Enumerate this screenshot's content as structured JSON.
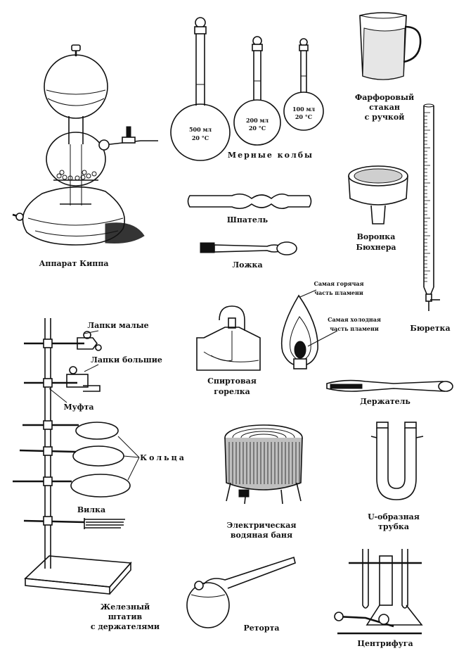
{
  "labels": {
    "kipp": "Аппарат Киппа",
    "flasks": "Мерные колбы",
    "flask_500": [
      "500 мл",
      "20 °C"
    ],
    "flask_200": [
      "200 мл",
      "20 °C"
    ],
    "flask_100": [
      "100 мл",
      "20 °C"
    ],
    "porcelain_cup": [
      "Фарфоровый",
      "стакан",
      "с ручкой"
    ],
    "spatula": "Шпатель",
    "buchner": [
      "Воронка",
      "Бюхнера"
    ],
    "spoon": "Ложка",
    "burette": "Бюретка",
    "hottest": [
      "Самая горячая",
      "часть пламени"
    ],
    "coldest": [
      "Самая холодная",
      "часть пламени"
    ],
    "spirit_lamp": [
      "Спиртовая",
      "горелка"
    ],
    "holder": "Держатель",
    "small_clamps": "Лапки малые",
    "big_clamps": "Лапки большие",
    "muff": "Муфта",
    "rings": "Кольца",
    "fork": "Вилка",
    "stand": [
      "Железный",
      "штатив",
      "с держателями"
    ],
    "water_bath": [
      "Электрическая",
      "водяная баня"
    ],
    "u_tube": [
      "U-образная",
      "трубка"
    ],
    "retort": "Реторта",
    "centrifuge": "Центрифуга"
  }
}
